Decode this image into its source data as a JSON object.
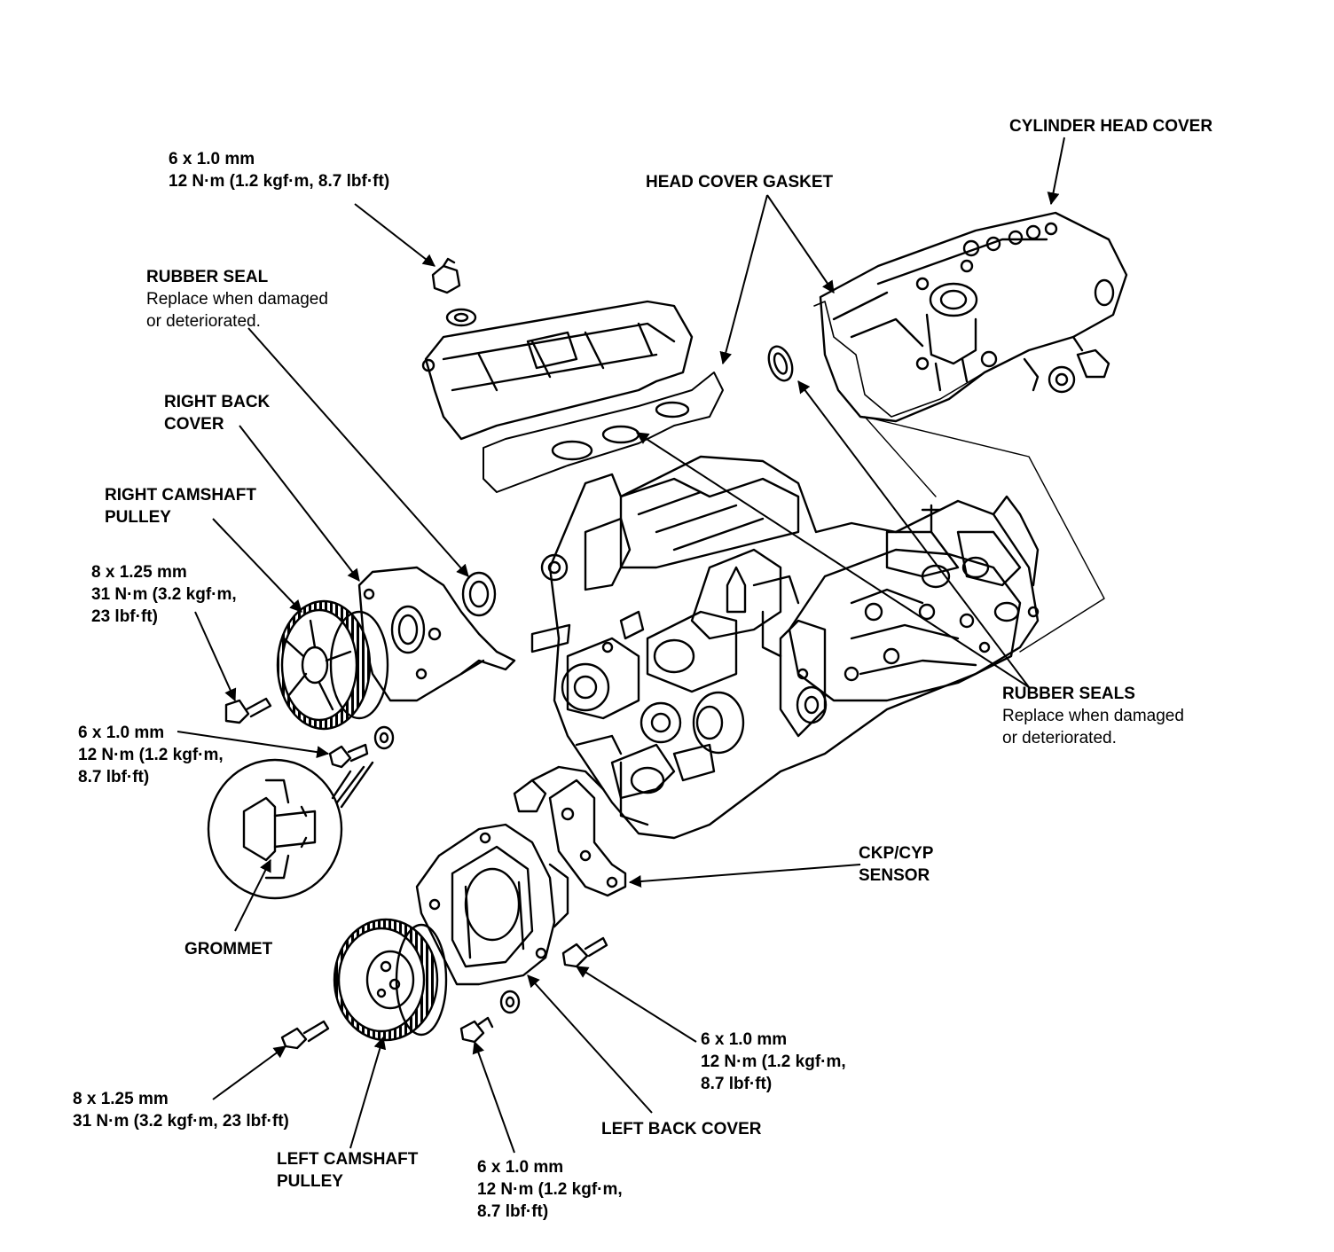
{
  "labels": {
    "bolt_head_cover": [
      "6 x 1.0 mm",
      "12 N·m (1.2 kgf·m, 8.7 lbf·ft)"
    ],
    "cylinder_head_cover": "CYLINDER HEAD COVER",
    "head_cover_gasket": "HEAD COVER GASKET",
    "rubber_seal": {
      "title": "RUBBER SEAL",
      "note": [
        "Replace when damaged",
        "or deteriorated."
      ]
    },
    "right_back_cover": [
      "RIGHT BACK",
      "COVER"
    ],
    "right_camshaft_pulley": [
      "RIGHT CAMSHAFT",
      "PULLEY"
    ],
    "bolt_right_pulley": [
      "8 x 1.25 mm",
      "31 N·m (3.2 kgf·m,",
      "23 lbf·ft)"
    ],
    "bolt_right_cover": [
      "6 x 1.0 mm",
      "12 N·m (1.2 kgf·m,",
      "8.7 lbf·ft)"
    ],
    "grommet": "GROMMET",
    "rubber_seals": {
      "title": "RUBBER SEALS",
      "note": [
        "Replace when damaged",
        "or deteriorated."
      ]
    },
    "ckp_cyp_sensor": [
      "CKP/CYP",
      "SENSOR"
    ],
    "bolt_sensor": [
      "6 x 1.0 mm",
      "12 N·m (1.2 kgf·m,",
      "8.7 lbf·ft)"
    ],
    "bolt_left_pulley": [
      "8 x 1.25 mm",
      "31 N·m (3.2 kgf·m, 23 lbf·ft)"
    ],
    "left_camshaft_pulley": [
      "LEFT CAMSHAFT",
      "PULLEY"
    ],
    "bolt_left_cover": [
      "6 x 1.0 mm",
      "12 N·m (1.2 kgf·m,",
      "8.7 lbf·ft)"
    ],
    "left_back_cover": "LEFT BACK COVER"
  }
}
